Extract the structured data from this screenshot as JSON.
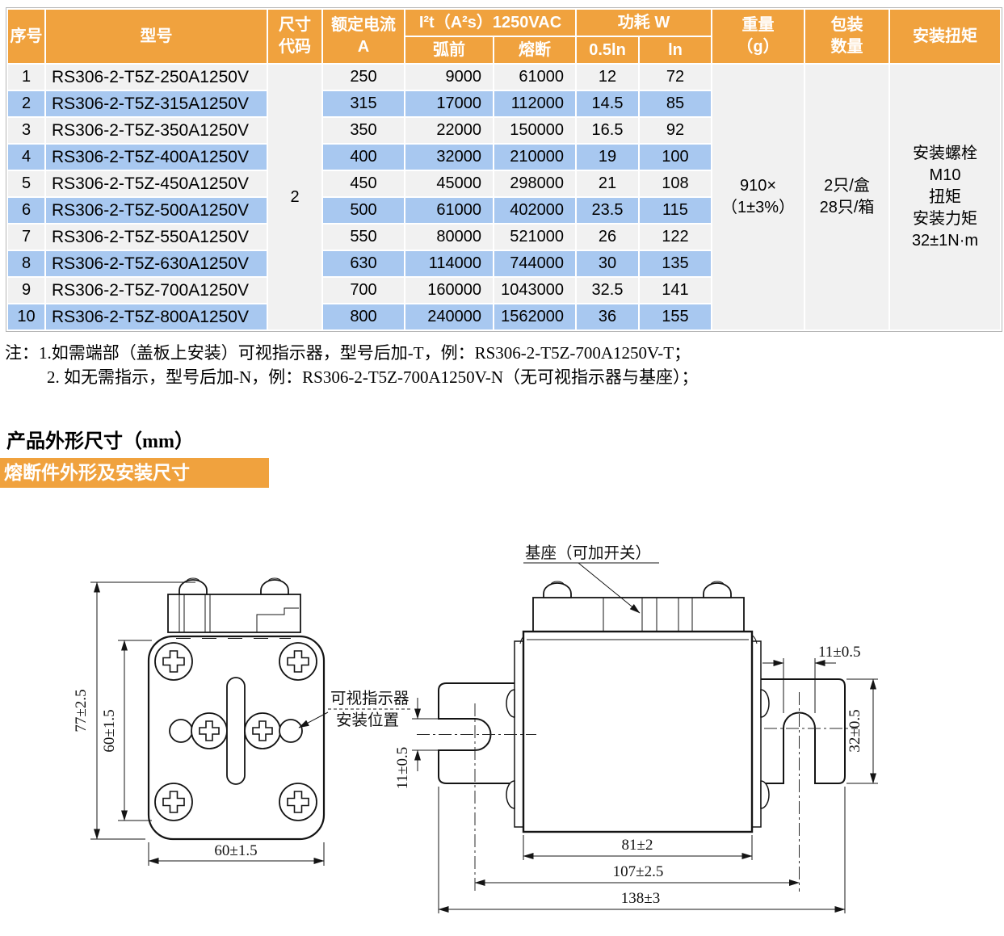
{
  "table": {
    "headers": {
      "col_index": "序号",
      "col_model": "型号",
      "col_size_code": "尺寸\n代码",
      "col_current": "额定电流\nA",
      "col_i2t": "I²t（A²s）1250VAC",
      "col_prearc": "弧前",
      "col_melt": "熔断",
      "col_power": "功耗 W",
      "col_power_05": "0.5ln",
      "col_power_1": "ln",
      "col_weight": "重量\n（g）",
      "col_pack": "包装\n数量",
      "col_torque": "安装扭矩"
    },
    "size_code": "2",
    "weight": [
      "910×",
      "（1±3%）"
    ],
    "packaging": [
      "2只/盒",
      "28只/箱"
    ],
    "torque": [
      "安装螺栓",
      "M10",
      "扭矩",
      "安装力矩",
      "32±1N·m"
    ],
    "rows": [
      {
        "no": "1",
        "model": "RS306-2-T5Z-250A1250V",
        "current": "250",
        "prearc": "9000",
        "melt": "61000",
        "p05": "12",
        "p1": "72"
      },
      {
        "no": "2",
        "model": "RS306-2-T5Z-315A1250V",
        "current": "315",
        "prearc": "17000",
        "melt": "112000",
        "p05": "14.5",
        "p1": "85"
      },
      {
        "no": "3",
        "model": "RS306-2-T5Z-350A1250V",
        "current": "350",
        "prearc": "22000",
        "melt": "150000",
        "p05": "16.5",
        "p1": "92"
      },
      {
        "no": "4",
        "model": "RS306-2-T5Z-400A1250V",
        "current": "400",
        "prearc": "32000",
        "melt": "210000",
        "p05": "19",
        "p1": "100"
      },
      {
        "no": "5",
        "model": "RS306-2-T5Z-450A1250V",
        "current": "450",
        "prearc": "45000",
        "melt": "298000",
        "p05": "21",
        "p1": "108"
      },
      {
        "no": "6",
        "model": "RS306-2-T5Z-500A1250V",
        "current": "500",
        "prearc": "61000",
        "melt": "402000",
        "p05": "23.5",
        "p1": "115"
      },
      {
        "no": "7",
        "model": "RS306-2-T5Z-550A1250V",
        "current": "550",
        "prearc": "80000",
        "melt": "521000",
        "p05": "26",
        "p1": "122"
      },
      {
        "no": "8",
        "model": "RS306-2-T5Z-630A1250V",
        "current": "630",
        "prearc": "114000",
        "melt": "744000",
        "p05": "30",
        "p1": "135"
      },
      {
        "no": "9",
        "model": "RS306-2-T5Z-700A1250V",
        "current": "700",
        "prearc": "160000",
        "melt": "1043000",
        "p05": "32.5",
        "p1": "141"
      },
      {
        "no": "10",
        "model": "RS306-2-T5Z-800A1250V",
        "current": "800",
        "prearc": "240000",
        "melt": "1562000",
        "p05": "36",
        "p1": "155"
      }
    ]
  },
  "notes": {
    "line1": "注：1.如需端部（盖板上安装）可视指示器，型号后加-T，例：RS306-2-T5Z-700A1250V-T；",
    "line2": "2. 如无需指示，型号后加-N，例：RS306-2-T5Z-700A1250V-N（无可视指示器与基座）；"
  },
  "section": {
    "title": "产品外形尺寸（mm）",
    "subtitle": "熔断件外形及安装尺寸"
  },
  "drawing": {
    "front_view": {
      "dim_height": "77±2.5",
      "dim_hole_spacing": "60±1.5",
      "dim_width": "60±1.5",
      "indicator_label_line1": "可视指示器",
      "indicator_label_line2": "安装位置"
    },
    "side_view": {
      "base_label": "基座（可加开关）",
      "dim_slot_width": "11±0.5",
      "dim_slot_height": "11±0.5",
      "dim_blade_height": "32±0.5",
      "dim_body_width": "81±2",
      "dim_center_span": "107±2.5",
      "dim_total_width": "138±3"
    }
  },
  "colors": {
    "header_orange": "#F0A23E",
    "row_blue": "#A8C8F0",
    "row_gray": "#F1F1F1"
  }
}
